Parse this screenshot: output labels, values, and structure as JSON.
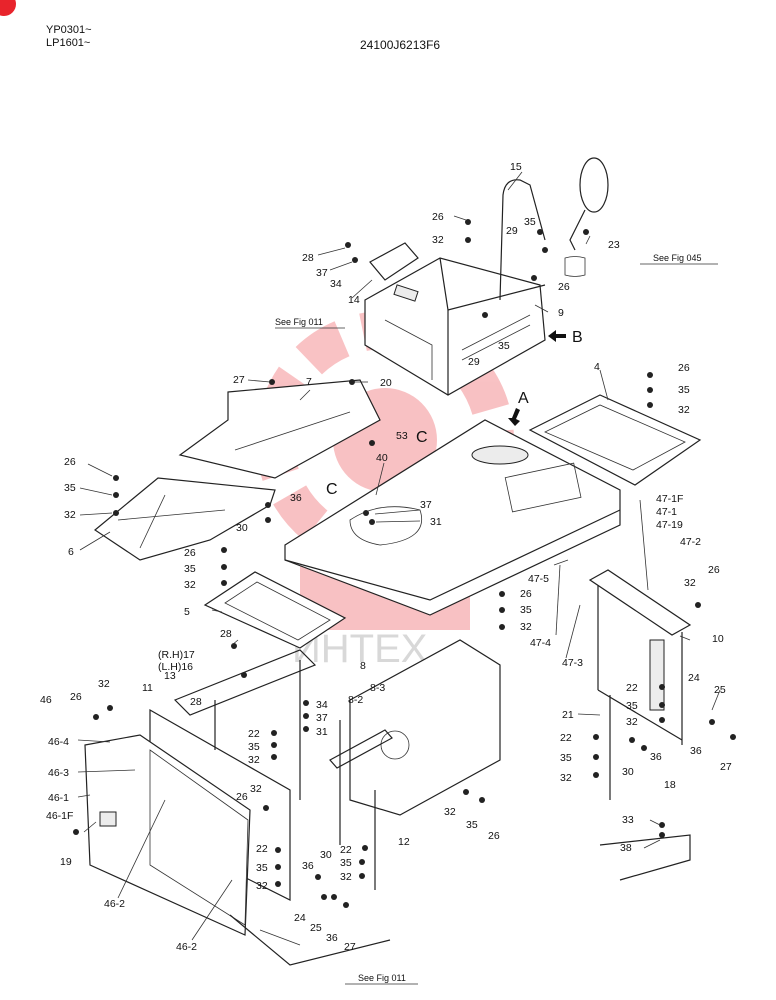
{
  "header": {
    "serial_1": "YP0301~",
    "serial_2": "LP1601~",
    "drawing_number": "24100J6213F6"
  },
  "watermark": {
    "text": "ИНТЕХ",
    "color": "#e8242c"
  },
  "references": {
    "fig011_top": "See Fig 011",
    "fig045": "See Fig 045",
    "fig011_bottom": "See Fig 011"
  },
  "view_letters": {
    "b": "B",
    "a": "A",
    "c1": "C",
    "c2": "C"
  },
  "part_labels": {
    "p15": "15",
    "p26a": "26",
    "p32a": "32",
    "p35a": "35",
    "p29a": "29",
    "p23": "23",
    "p28a": "28",
    "p37a": "37",
    "p34a": "34",
    "p14": "14",
    "p26b": "26",
    "p9": "9",
    "p29b": "29",
    "p35b": "35",
    "p27a": "27",
    "p7": "7",
    "p20": "20",
    "p4": "4",
    "p26c": "26",
    "p35c": "35",
    "p32b": "32",
    "p53": "53",
    "p40": "40",
    "p26d": "26",
    "p35d": "35",
    "p32c": "32",
    "p36a": "36",
    "p30a": "30",
    "p37b": "37",
    "p31a": "31",
    "p6": "6",
    "p47_1f": "47-1F",
    "p47_1": "47-1",
    "p47_19": "47-19",
    "p47_2": "47-2",
    "p26e": "26",
    "p35e": "35",
    "p32d": "32",
    "p47_5": "47-5",
    "p26f": "26",
    "p35f": "35",
    "p32e": "32",
    "p5": "5",
    "p32f": "32",
    "p26g": "26",
    "p47_4": "47-4",
    "p47_3": "47-3",
    "p10": "10",
    "p28b": "28",
    "p17": "(R.H)17",
    "p16": "(L.H)16",
    "p13": "13",
    "p8": "8",
    "p8_2": "8-2",
    "p8_3": "8-3",
    "p28c": "28",
    "p22a": "22",
    "p24a": "24",
    "p25a": "25",
    "p46": "46",
    "p26h": "26",
    "p32g": "32",
    "p11": "11",
    "p34b": "34",
    "p37c": "37",
    "p31b": "31",
    "p22b": "22",
    "p35g": "35",
    "p32h": "32",
    "p21": "21",
    "p22c": "22",
    "p35h": "35",
    "p32i": "32",
    "p30b": "30",
    "p36b": "36",
    "p36c": "36",
    "p27b": "27",
    "p46_4": "46-4",
    "p46_3": "46-3",
    "p46_1": "46-1",
    "p46_1f": "46-1F",
    "p19": "19",
    "p32j": "32",
    "p26i": "26",
    "p32k": "32",
    "p35i": "35",
    "p26j": "26",
    "p18": "18",
    "p12": "12",
    "p22d": "22",
    "p35j": "35",
    "p32l": "32",
    "p22e": "22",
    "p35k": "35",
    "p32m": "32",
    "p36d": "36",
    "p30c": "30",
    "p33": "33",
    "p38": "38",
    "p46_2a": "46-2",
    "p46_2b": "46-2",
    "p24b": "24",
    "p25b": "25",
    "p36e": "36",
    "p27c": "27"
  }
}
